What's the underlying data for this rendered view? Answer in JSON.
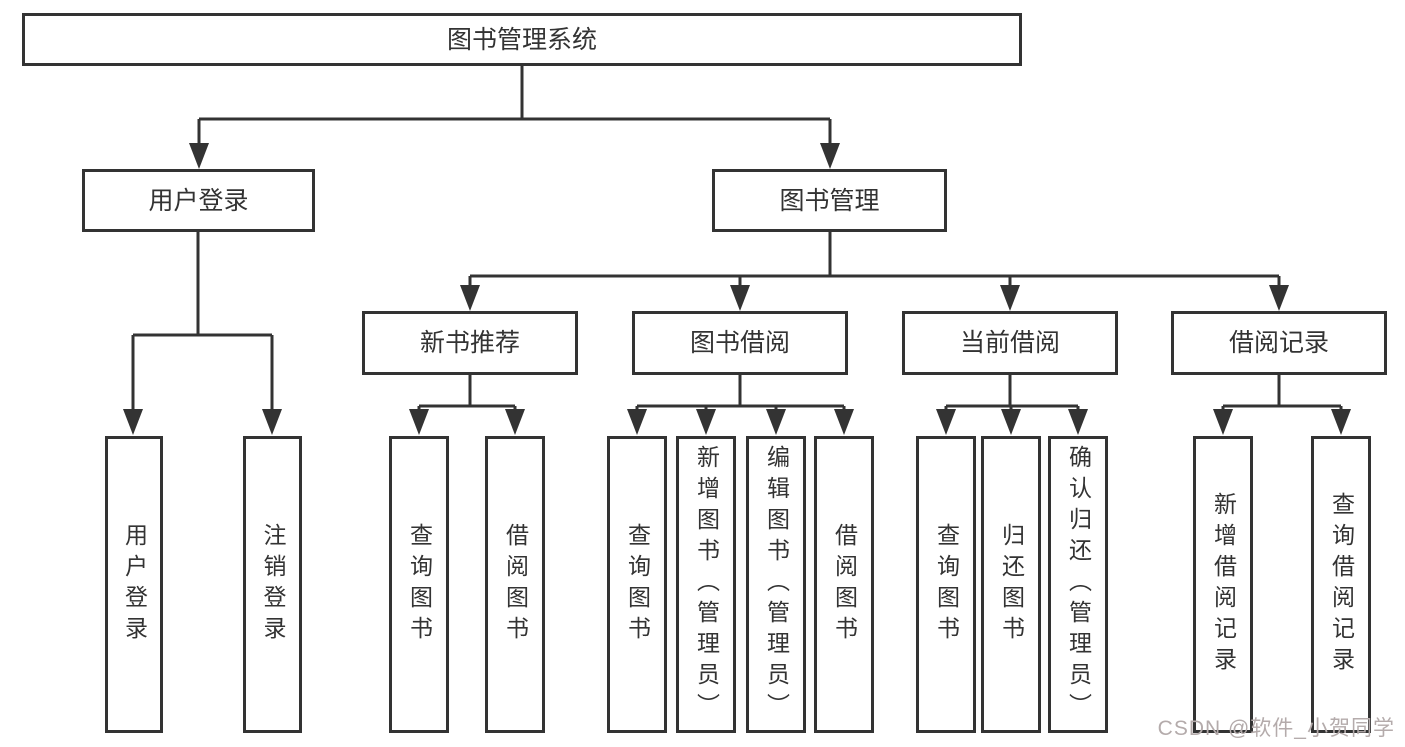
{
  "diagram": {
    "title": "图书管理系统",
    "level2": {
      "login": "用户登录",
      "management": "图书管理"
    },
    "level3": {
      "recommend": "新书推荐",
      "borrow": "图书借阅",
      "current": "当前借阅",
      "records": "借阅记录"
    },
    "leaves": {
      "login": [
        "用户登录",
        "注销登录"
      ],
      "recommend": [
        "查询图书",
        "借阅图书"
      ],
      "borrow": [
        "查询图书",
        "新增图书（管理员）",
        "编辑图书（管理员）",
        "借阅图书"
      ],
      "current": [
        "查询图书",
        "归还图书",
        "确认归还（管理员）"
      ],
      "records": [
        "新增借阅记录",
        "查询借阅记录"
      ]
    },
    "colors": {
      "line": "#333333",
      "text": "#333333",
      "background": "#ffffff",
      "watermark": "#b4abab"
    }
  },
  "watermark": "CSDN @软件_小贺同学"
}
